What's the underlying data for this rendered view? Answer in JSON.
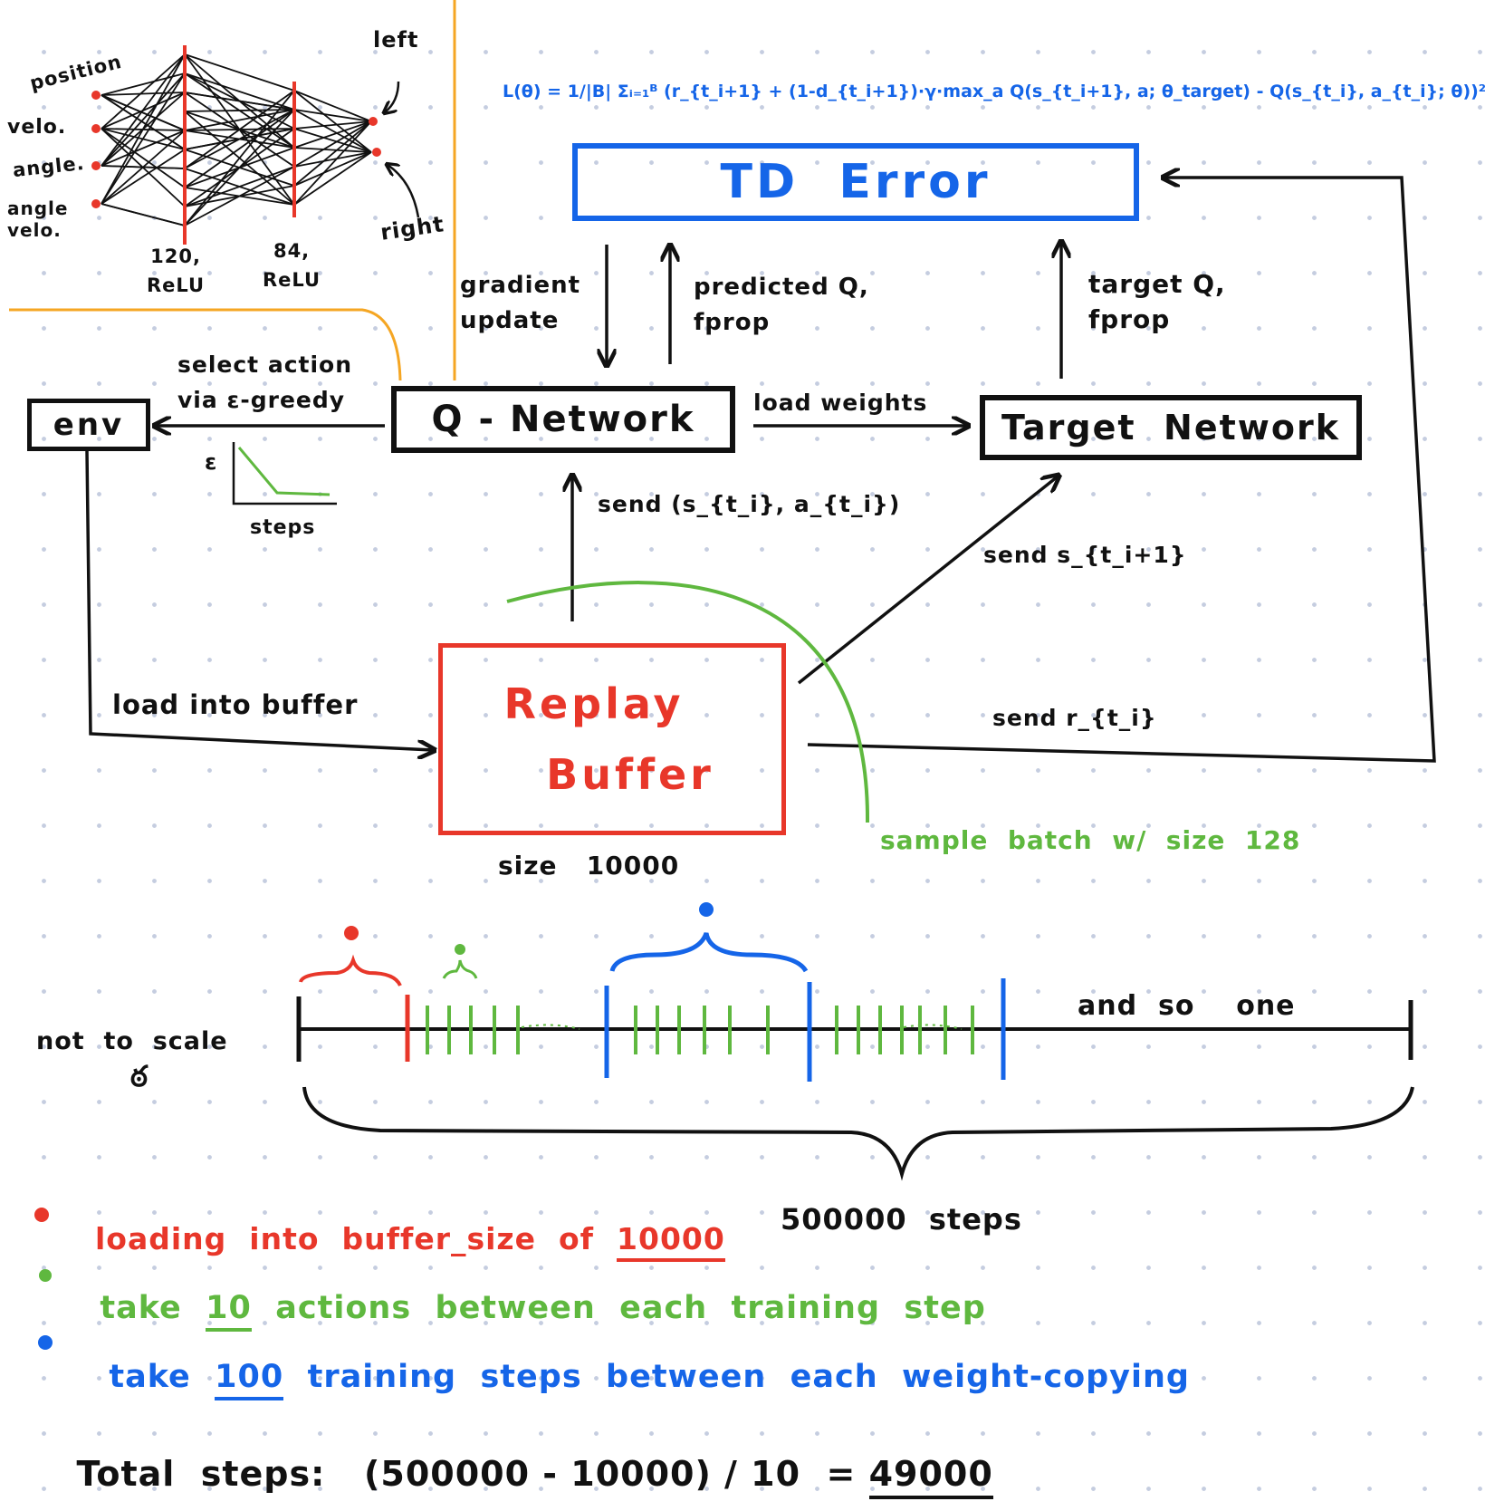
{
  "network": {
    "inputs": [
      "position",
      "velo.",
      "angle.",
      "angle\nvelo."
    ],
    "layer1": "120,\nReLU",
    "layer2": "84,\nReLU",
    "out_left": "left",
    "out_right": "right"
  },
  "formula": "L(θ) = 1/|B| Σᵢ₌₁ᴮ (r_{t_i+1} + (1-d_{t_i+1})·γ·max_a Q(s_{t_i+1}, a; θ_target) - Q(s_{t_i}, a_{t_i}; θ))²",
  "nodes": {
    "td_error": "TD  Error",
    "q_network": "Q - Network",
    "target_network": "Target  Network",
    "env": "env",
    "replay_line1": "Replay",
    "replay_line2": "Buffer"
  },
  "edges": {
    "gradient_update": "gradient\nupdate",
    "predicted_q": "predicted Q,\nfprop",
    "target_q": "target Q,\nfprop",
    "select_action": "select  action\nvia  ε-greedy",
    "load_weights": "load  weights",
    "send_sa": "send (s_{t_i}, a_{t_i})",
    "send_s_next": "send  s_{t_i+1}",
    "send_r": "send  r_{t_i}",
    "load_into_buffer": "load  into  buffer"
  },
  "epsilon_plot": {
    "y_label": "ε",
    "x_label": "steps"
  },
  "replay_size": "size   10000",
  "sample_batch": "sample  batch  w/  size  128",
  "timeline": {
    "not_to_scale": "not  to  scale",
    "sad_face": "ఠ",
    "and_so_on": "and  so    one",
    "total_steps_label": "500000  steps"
  },
  "legend": [
    {
      "pre": "loading  into  buffer_size  of  ",
      "num": "10000",
      "post": "",
      "color": "#e8372a"
    },
    {
      "pre": "take  ",
      "num": "10",
      "post": "  actions  between  each  training  step",
      "color": "#5fb83f"
    },
    {
      "pre": "take  ",
      "num": "100",
      "post": "  training  steps  between  each  weight-copying",
      "color": "#1565e8"
    }
  ],
  "total": {
    "label": "Total  steps:",
    "expr": "(500000 - 10000) / 10  =",
    "result": "49000"
  },
  "colors": {
    "blue": "#1565e8",
    "red": "#e8372a",
    "green": "#5fb83f",
    "orange": "#f5a623",
    "ink": "#111111"
  }
}
